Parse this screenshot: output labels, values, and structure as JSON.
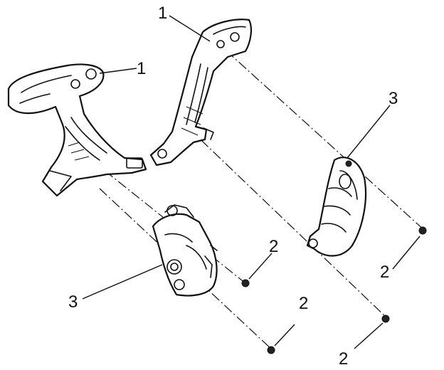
{
  "diagram": {
    "callouts": {
      "c1_left": "1",
      "c1_top": "1",
      "c3_right": "3",
      "c3_left": "3",
      "c2_mid": "2",
      "c2_right": "2",
      "c2_lower": "2",
      "c2_bottom": "2"
    }
  }
}
